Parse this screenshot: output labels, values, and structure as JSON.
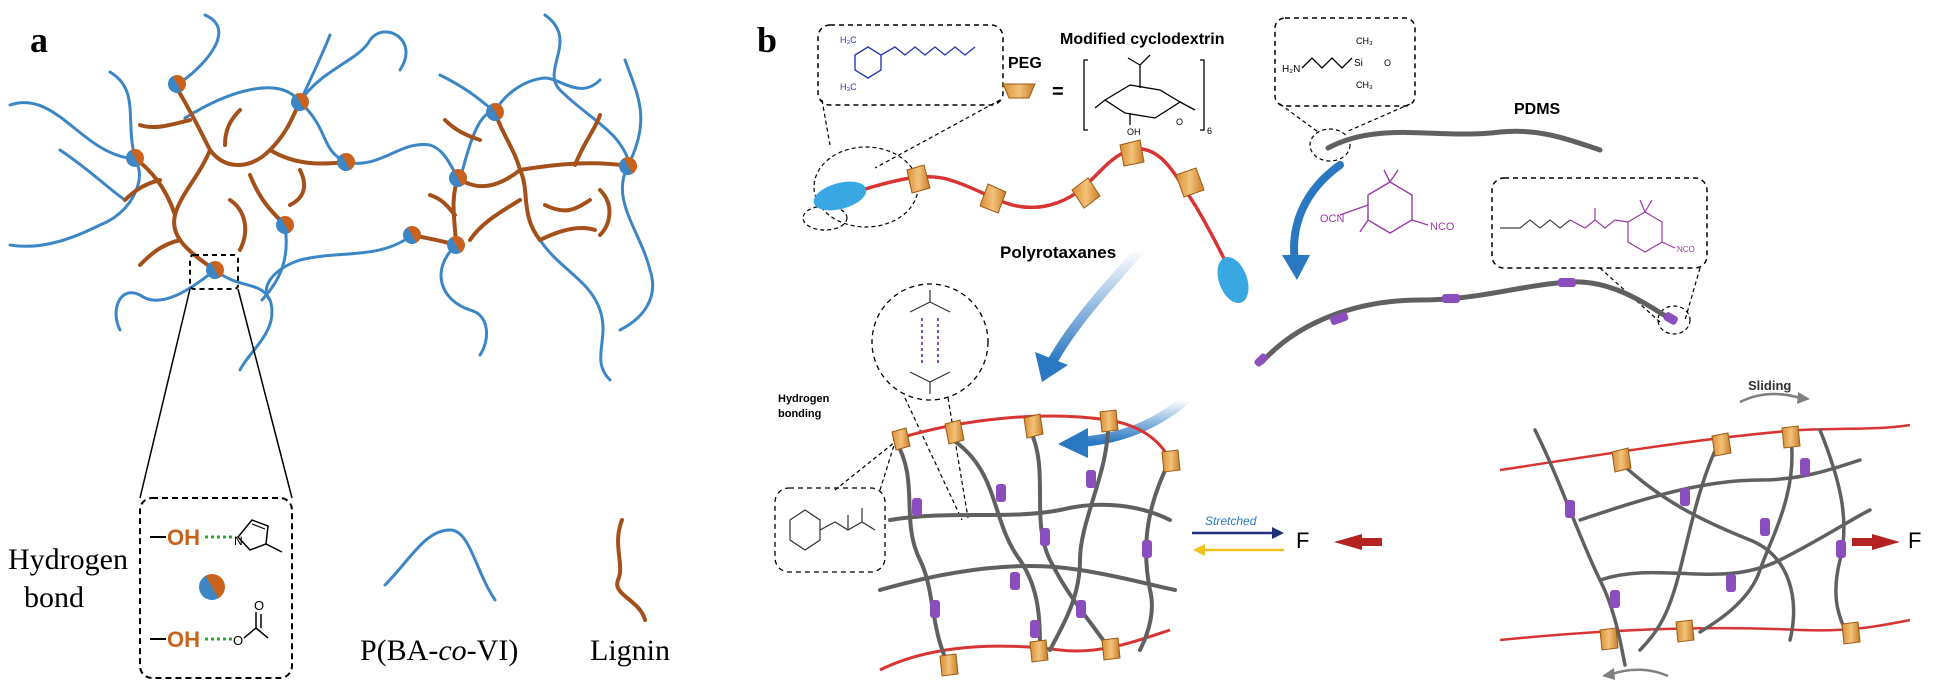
{
  "panel_a": {
    "label": "a",
    "legend": {
      "hydrogen_line1": "Hydrogen",
      "hydrogen_line2": "bond",
      "copolymer_prefix": "P(BA-",
      "copolymer_italic": "co",
      "copolymer_suffix": "-VI)",
      "lignin": "Lignin"
    },
    "inset": {
      "oh_top": "OH",
      "oh_bottom": "OH",
      "n_label": "N",
      "o_label": "O",
      "o_label_2": "O"
    }
  },
  "panel_b": {
    "label": "b",
    "labels": {
      "peg": "PEG",
      "modified_cyclodextrin": "Modified cyclodextrin",
      "equals": "=",
      "pdms": "PDMS",
      "polyrotaxanes": "Polyrotaxanes",
      "hydrogen_bonding_line1": "Hydrogen",
      "hydrogen_bonding_line2": "bonding",
      "sliding": "Sliding",
      "stretched": "Stretched",
      "force_left": "F",
      "force_right": "F"
    },
    "chem_text": {
      "ocn": "OCN",
      "nco": "NCO",
      "nco_2": "NCO",
      "h2n": "H₂N",
      "si": "Si",
      "ch3_a": "CH₃",
      "ch3_b": "CH₃",
      "o": "O",
      "oh": "OH",
      "subscript": "6",
      "h3c_a": "H₃C",
      "h3c_b": "H₃C"
    }
  },
  "colors": {
    "copolymer_blue": "#3d86c6",
    "lignin_brown": "#a3501a",
    "polyrotaxane_red": "#d83434",
    "pdms_gray": "#606060",
    "crosslink_purple": "#8a4fbd",
    "cyclodextrin_tan": "#e4a24e",
    "stopper_cyan": "#39a7e2",
    "arrow_blue": "#2b78c2",
    "hbond_green": "#2ea82e",
    "force_red": "#b52222",
    "stretch_navy": "#1f2f7a",
    "release_yellow": "#f1c11b"
  }
}
